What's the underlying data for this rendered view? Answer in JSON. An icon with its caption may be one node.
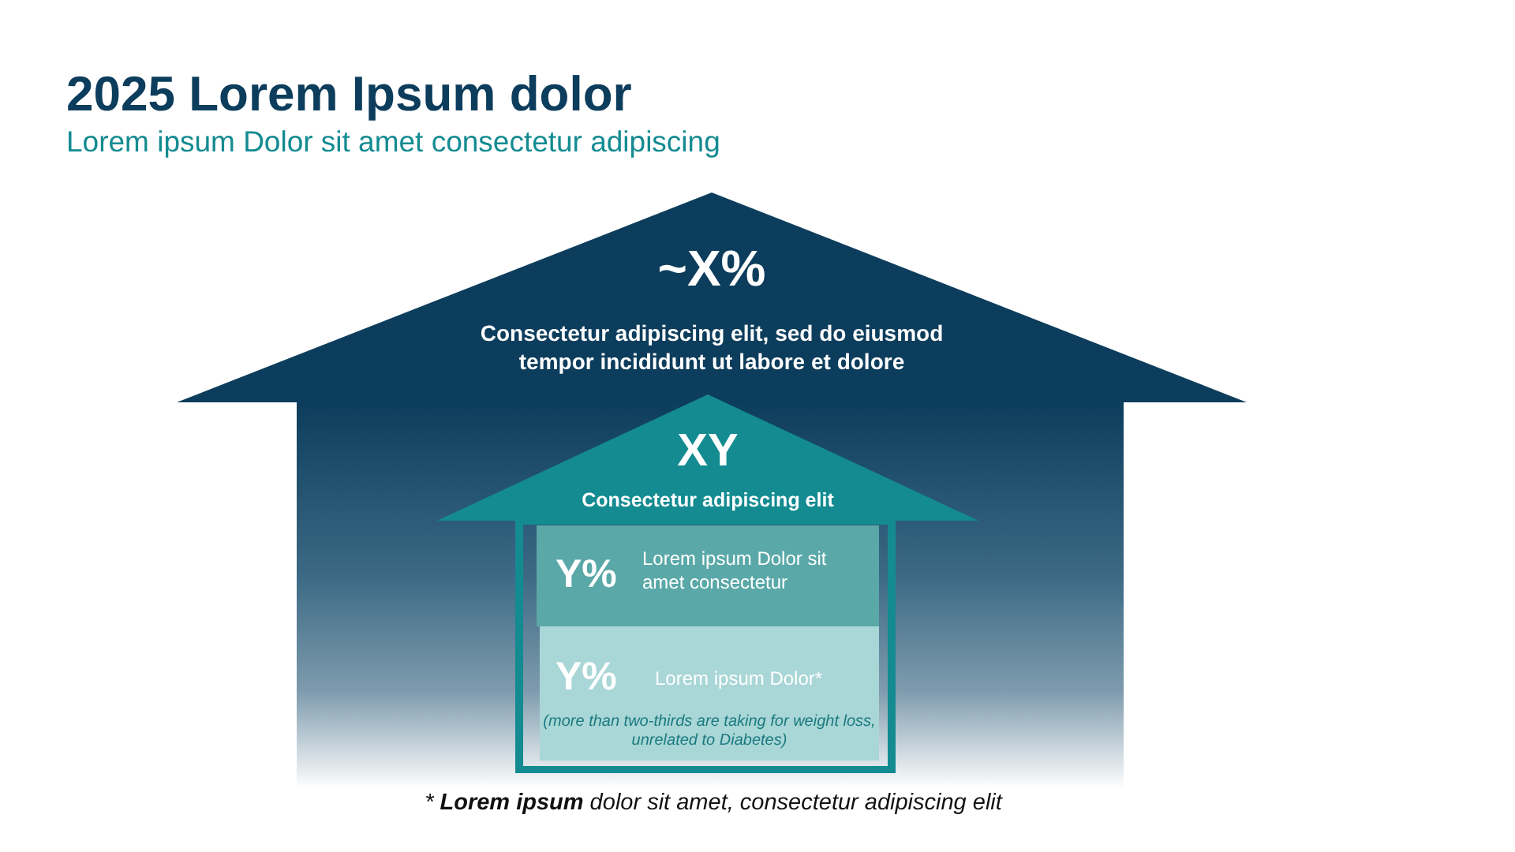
{
  "diagram": {
    "title": "2025 Lorem Ipsum dolor",
    "caption": "* **Lorem ipsum** dolor sit amet, consectetur adipiscing elit",
    "nodes": [
      {
        "text": [
          "~X%",
          "Consectetur adipiscing elit, sed do eiusmod tempor incididunt ut labore et dolore"
        ]
      },
      {
        "text": [
          "XY",
          "Consectetur adipiscing elit"
        ],
        "in": 0
      },
      {
        "text": [
          "Y%",
          "Lorem ipsum Dolor sit amet consectetur"
        ],
        "in": 1
      },
      {
        "text": [
          "Y%",
          "Lorem ipsum Dolor*",
          "(more than two-thirds are taking for weight loss, unrelated to Diabetes)"
        ],
        "in": 1
      }
    ],
    "labels": [
      "Lorem ipsum Dolor sit amet consectetur adipiscing"
    ]
  }
}
